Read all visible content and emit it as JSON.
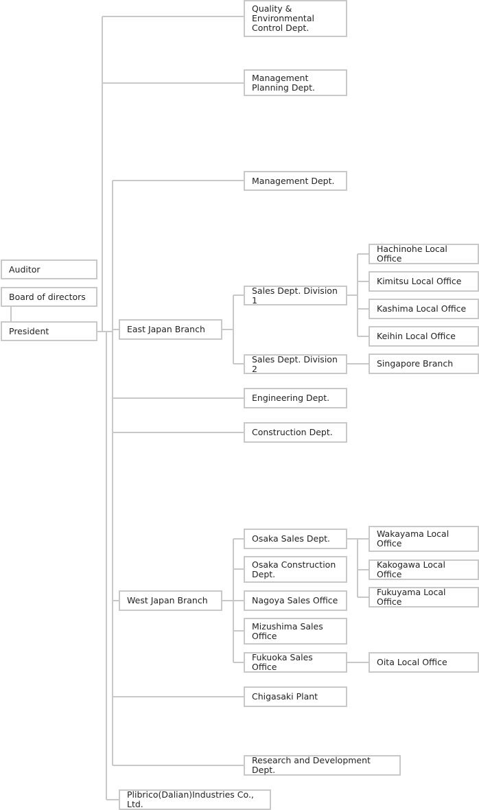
{
  "org_chart": {
    "left": {
      "auditor": "Auditor",
      "board": "Board of directors",
      "president": "President"
    },
    "top_depts": {
      "quality": "Quality & Environmental Control Dept.",
      "management_planning": "Management Planning Dept."
    },
    "management": "Management Dept.",
    "east": {
      "branch": "East Japan Branch",
      "div1": "Sales Dept. Division 1",
      "div2": "Sales Dept. Division 2",
      "div1_offices": [
        "Hachinohe Local Office",
        "Kimitsu Local Office",
        "Kashima Local Office",
        "Keihin Local Office"
      ],
      "div2_office": "Singapore Branch"
    },
    "engineering": "Engineering Dept.",
    "construction": "Construction Dept.",
    "west": {
      "branch": "West Japan Branch",
      "osaka_sales": "Osaka Sales Dept.",
      "osaka_construction": "Osaka Construction Dept.",
      "nagoya": "Nagoya Sales Office",
      "mizushima": "Mizushima Sales Office",
      "fukuoka": "Fukuoka Sales Office",
      "osaka_offices": [
        "Wakayama Local Office",
        "Kakogawa Local Office",
        "Fukuyama Local Office"
      ],
      "fukuoka_office": "Oita Local Office"
    },
    "chigasaki": "Chigasaki Plant",
    "rnd": "Research and Development Dept.",
    "dalian": "Plibrico(Dalian)Industries Co., Ltd."
  }
}
